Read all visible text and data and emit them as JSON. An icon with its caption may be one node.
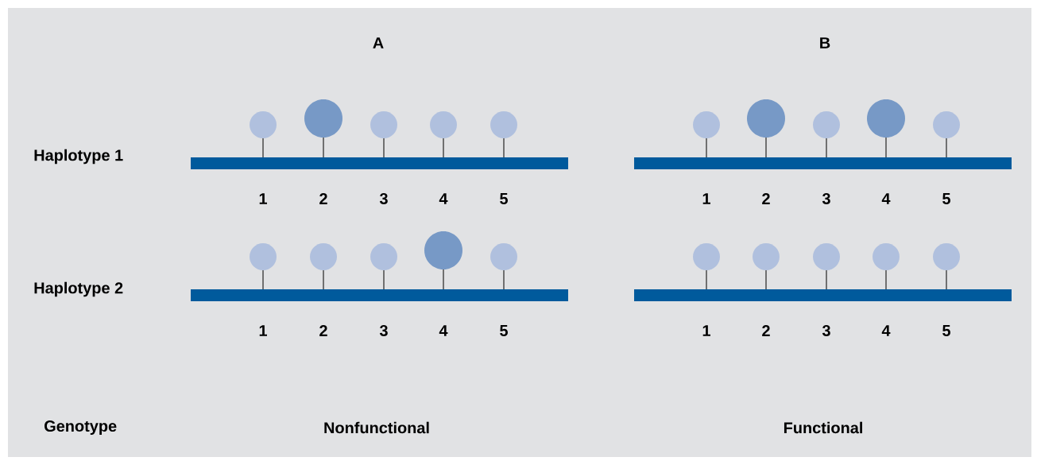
{
  "diagram": {
    "labels": [
      "A",
      "B",
      "Haplotype 1",
      "1",
      "2",
      "3",
      "4",
      "5",
      "1",
      "2",
      "3",
      "4",
      "5",
      "Haplotype 2",
      "1",
      "2",
      "3",
      "4",
      "5",
      "1",
      "2",
      "3",
      "4",
      "5",
      "Genotype",
      "Nonfunctional",
      "Functional"
    ]
  }
}
